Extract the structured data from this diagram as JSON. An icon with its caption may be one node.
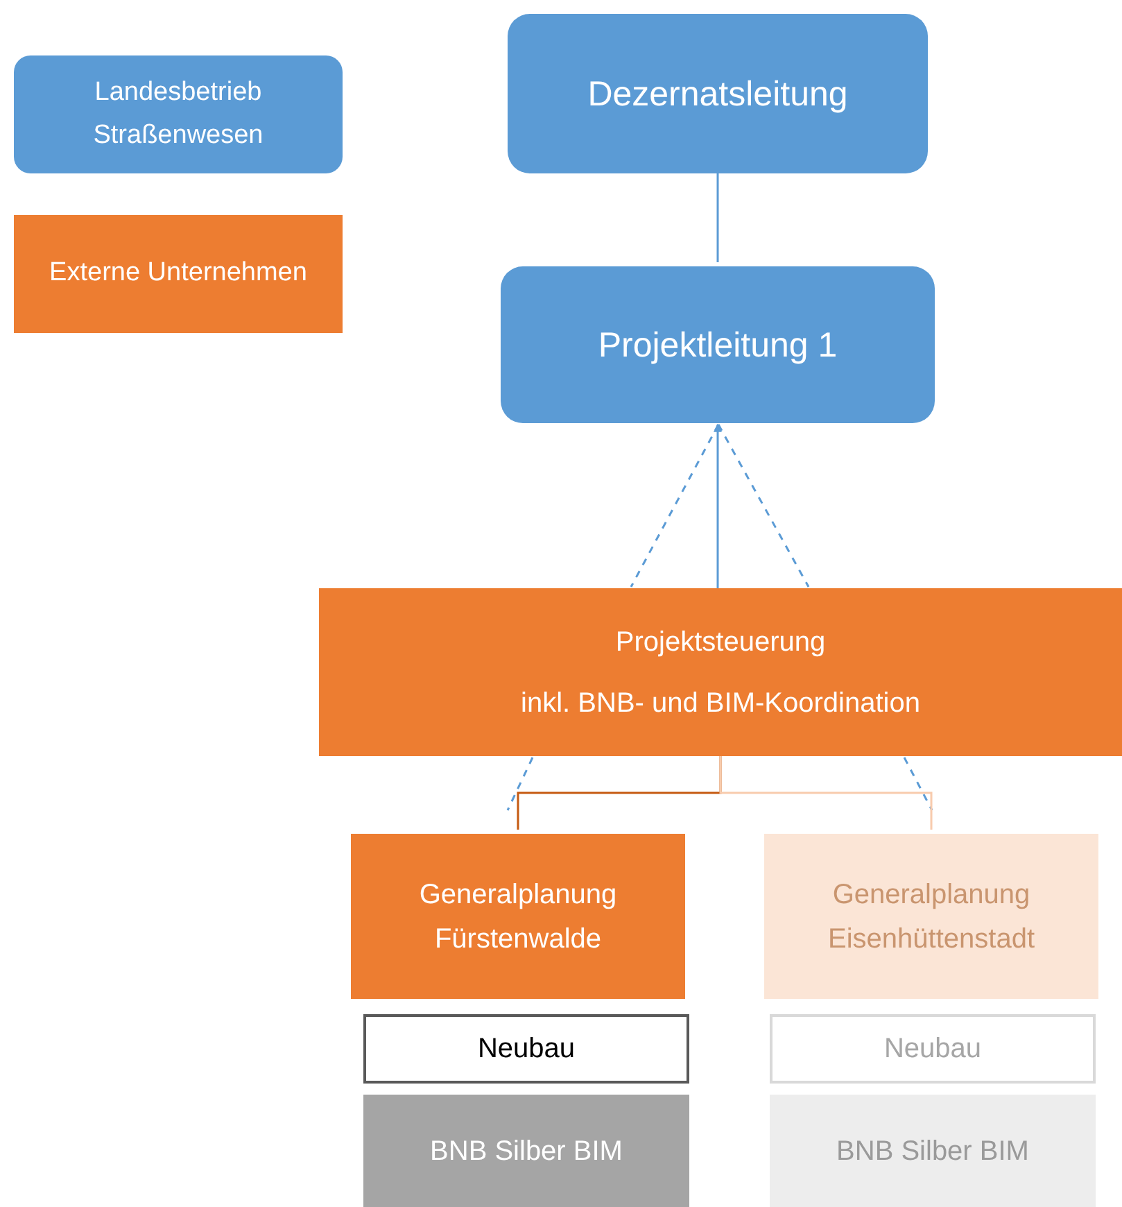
{
  "diagram": {
    "nodes": [
      {
        "text": [
          "Dezernatsleitung"
        ]
      },
      {
        "text": [
          "Projektleitung 1"
        ]
      },
      {
        "text": [
          "Projektsteuerung",
          "inkl. BNB- und BIM-Koordination"
        ]
      },
      {
        "text": [
          "Generalplanung Fürstenwalde"
        ]
      },
      {
        "text": [
          "Generalplanung Eisenhüttenstadt"
        ]
      },
      {
        "text": [
          "Neubau"
        ]
      },
      {
        "text": [
          "BNB Silber BIM"
        ]
      },
      {
        "text": [
          "Neubau"
        ]
      },
      {
        "text": [
          "BNB Silber BIM"
        ]
      }
    ],
    "edges": [
      {
        "from": 0,
        "to": 1,
        "arrow": "none"
      },
      {
        "from": 2,
        "to": 1,
        "arrow": "to"
      },
      {
        "from": 1,
        "to": 2,
        "arrow": "none",
        "style": "dashed"
      },
      {
        "from": 1,
        "to": 2,
        "arrow": "none",
        "style": "dashed"
      },
      {
        "from": 2,
        "to": null,
        "arrow": "none",
        "style": "dashed"
      },
      {
        "from": 2,
        "to": null,
        "arrow": "none",
        "style": "dashed"
      },
      {
        "from": 2,
        "to": 3,
        "arrow": "none",
        "color": "#c55a11"
      },
      {
        "from": 2,
        "to": 4,
        "arrow": "none",
        "color": "#f8cbad"
      }
    ],
    "legend": [
      {
        "text": "Landesbetrieb Straßenwesen",
        "color": "#5b9bd5"
      },
      {
        "text": "Externe Unternehmen",
        "color": "#ed7d31"
      }
    ]
  }
}
